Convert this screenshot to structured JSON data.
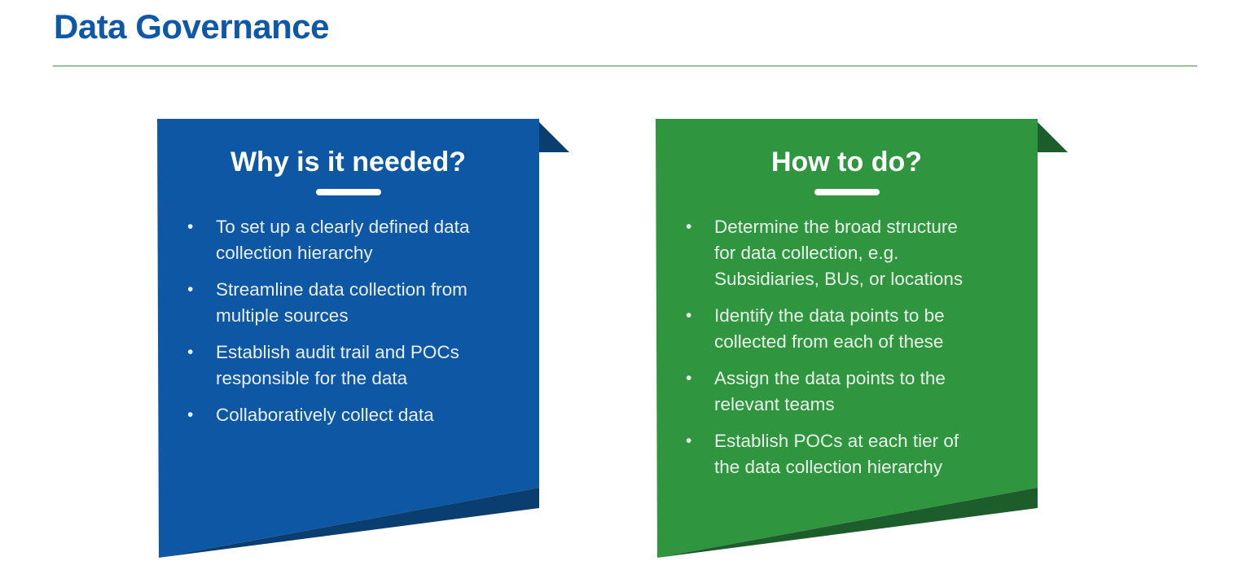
{
  "slide": {
    "title": "Data Governance",
    "title_color": "#0f58a8",
    "divider_color": "#97c497"
  },
  "cards": [
    {
      "title": "Why is it needed?",
      "bg_color": "#0d57a5",
      "fold_color": "#0b3e70",
      "bullets": [
        "To set up a clearly defined data\ncollection hierarchy",
        "Streamline data collection from\nmultiple sources",
        "Establish audit trail and POCs\nresponsible for the data",
        "Collaboratively collect data"
      ]
    },
    {
      "title": "How to do?",
      "bg_color": "#30953f",
      "fold_color": "#1d5c2b",
      "bullets": [
        "Determine the broad structure\nfor data collection, e.g.\nSubsidiaries, BUs, or locations",
        "Identify the data points to be\ncollected from each of these",
        "Assign the data points to the\nrelevant teams",
        "Establish POCs at each tier of\nthe data collection hierarchy"
      ]
    }
  ]
}
